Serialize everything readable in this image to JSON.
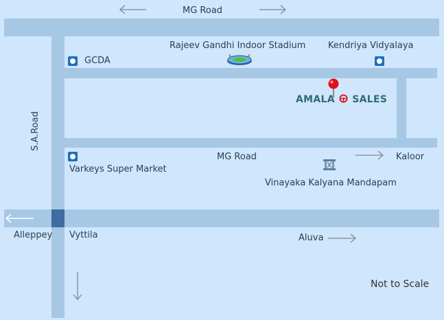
{
  "roads": {
    "top_road_label": "MG Road",
    "middle_road_label": "MG Road",
    "vertical_road_label": "S.A.Road"
  },
  "places": {
    "gcda": "GCDA",
    "stadium": "Rajeev Gandhi Indoor Stadium",
    "kendriya": "Kendriya Vidyalaya",
    "varkeys": "Varkeys Super Market",
    "vinayaka": "Vinayaka Kalyana Mandapam",
    "kaloor": "Kaloor",
    "alleppey": "Alleppey",
    "vyttila": "Vyttila",
    "aluva": "Aluva"
  },
  "business": {
    "name_left": "AMALA",
    "name_right": "SALES"
  },
  "note": "Not to Scale",
  "icons": {
    "arrows": "arrow-icon",
    "poi": "poi-marker-icon",
    "stadium": "stadium-icon",
    "hall": "building-icon",
    "pin": "map-pin-icon"
  },
  "colors": {
    "background": "#cfe6fd",
    "road": "#a7c8e4",
    "junction": "#3f6d9f",
    "marker": "#1b6fbf",
    "pin": "#e0101e"
  }
}
